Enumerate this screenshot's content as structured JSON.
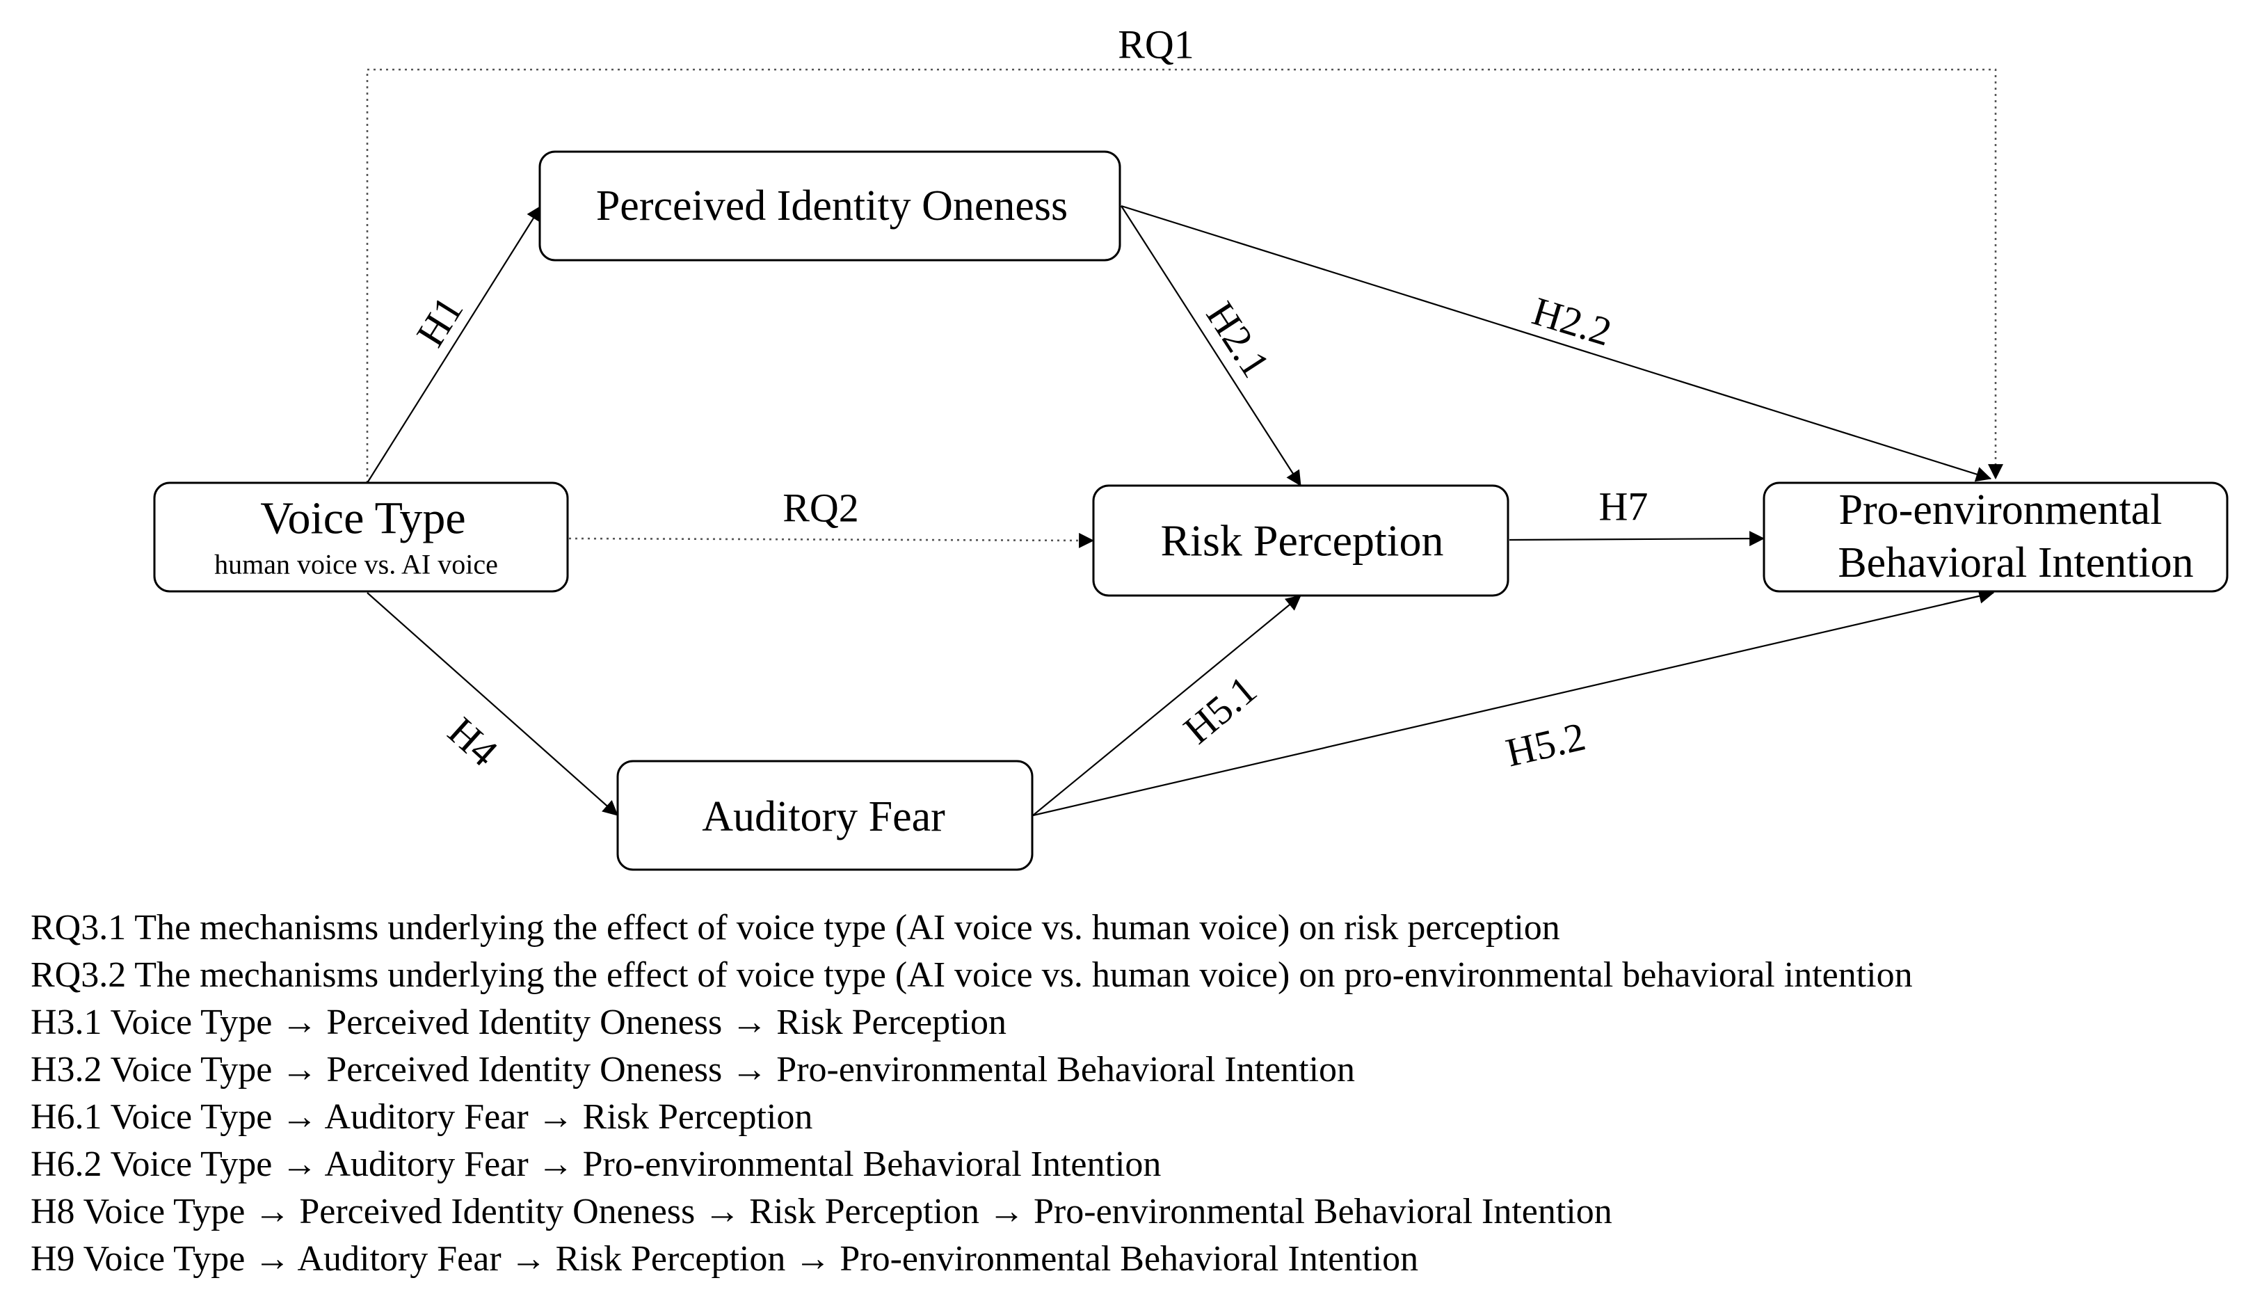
{
  "diagram": {
    "nodes": {
      "voice_type": {
        "label": "Voice Type",
        "sublabel": "human voice vs. AI voice"
      },
      "identity": {
        "label": "Perceived Identity Oneness"
      },
      "risk": {
        "label": "Risk Perception"
      },
      "fear": {
        "label": "Auditory Fear"
      },
      "intention": {
        "label_line1": "Pro-environmental",
        "label_line2": "Behavioral Intention"
      }
    },
    "edges": {
      "rq1": "RQ1",
      "rq2": "RQ2",
      "h1": "H1",
      "h2_1": "H2.1",
      "h2_2": "H2.2",
      "h4": "H4",
      "h5_1": "H5.1",
      "h5_2": "H5.2",
      "h7": "H7"
    }
  },
  "notes": [
    "RQ3.1 The mechanisms underlying the effect of voice type (AI voice vs. human voice) on risk perception",
    "RQ3.2 The mechanisms underlying the effect of voice type (AI voice vs. human voice) on pro-environmental behavioral intention",
    "H3.1 Voice Type →  Perceived Identity Oneness →  Risk Perception",
    "H3.2 Voice Type →  Perceived Identity Oneness →  Pro-environmental Behavioral Intention",
    "H6.1 Voice Type →  Auditory Fear →  Risk Perception",
    "H6.2 Voice Type →  Auditory Fear →  Pro-environmental Behavioral Intention",
    "H8  Voice Type → Perceived Identity Oneness →  Risk Perception → Pro-environmental Behavioral Intention",
    "H9  Voice Type → Auditory Fear →  Risk Perception → Pro-environmental Behavioral Intention"
  ]
}
